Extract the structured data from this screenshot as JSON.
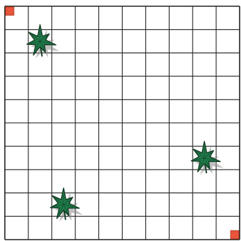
{
  "board": {
    "rows": 10,
    "cols": 10
  },
  "colors": {
    "grid_line": "#1e1e1e",
    "background": "#ffffff",
    "marker": "#e8553a",
    "marker_edge": "#b33a22",
    "tree_fill": "#1f7a4a",
    "tree_outline": "#143d26",
    "tree_shadow": "#8c8c8c"
  },
  "markers": [
    {
      "name": "start-marker",
      "row": 0,
      "col": 0,
      "corner": "top-left"
    },
    {
      "name": "goal-marker",
      "row": 9,
      "col": 9,
      "corner": "bottom-right"
    }
  ],
  "obstacles": [
    {
      "name": "tree-obstacle-1",
      "icon": "tree-icon",
      "row": 1,
      "col": 1
    },
    {
      "name": "tree-obstacle-2",
      "icon": "tree-icon",
      "row": 6,
      "col": 8
    },
    {
      "name": "tree-obstacle-3",
      "icon": "tree-icon",
      "row": 8,
      "col": 2
    }
  ]
}
